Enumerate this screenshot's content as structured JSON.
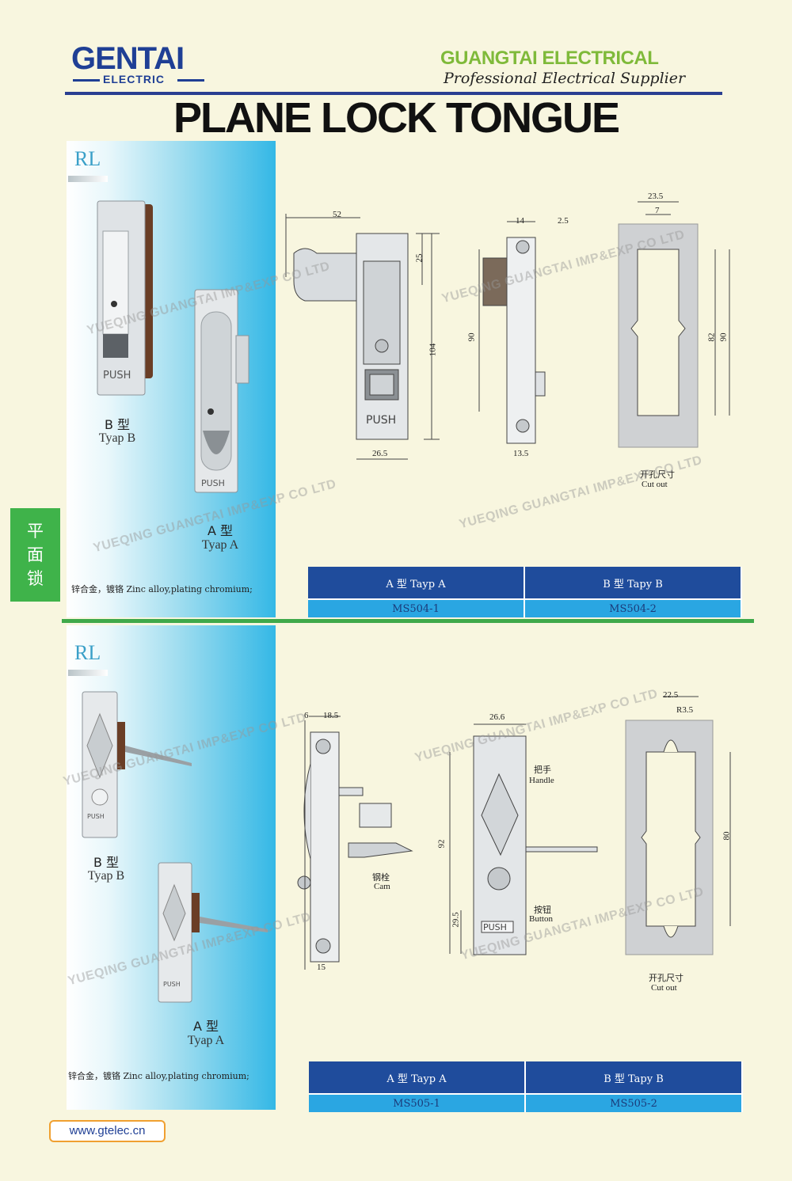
{
  "header": {
    "logo_main": "GENTAI",
    "logo_sub": "ELECTRIC",
    "company": "GUANGTAI ELECTRICAL",
    "slogan": "Professional Electrical Supplier",
    "title": "PLANE LOCK TONGUE"
  },
  "side_tab": [
    "平",
    "面",
    "锁"
  ],
  "watermark": "YUEQING GUANGTAI IMP&EXP CO LTD",
  "sections": [
    {
      "badge": "RL",
      "type_b_cn": "B 型",
      "type_b_en": "Tyap B",
      "type_a_cn": "A 型",
      "type_a_en": "Tyap A",
      "material": "锌合金，镀铬 Zinc alloy,plating chromium;",
      "table": {
        "col_a": "A 型   Tayp A",
        "col_b": "B 型   Tapy B",
        "model_a": "MS504-1",
        "model_b": "MS504-2"
      },
      "dims": {
        "d52": "52",
        "d25": "25",
        "d104": "104",
        "d265": "26.5",
        "d14": "14",
        "d25b": "2.5",
        "d90": "90",
        "d135": "13.5",
        "d235": "23.5",
        "d7": "7",
        "d82": "82",
        "d90b": "90"
      },
      "push": "PUSH",
      "cutout_cn": "开孔尺寸",
      "cutout_en": "Cut out"
    },
    {
      "badge": "RL",
      "type_b_cn": "B 型",
      "type_b_en": "Tyap B",
      "type_a_cn": "A 型",
      "type_a_en": "Tyap A",
      "material": "锌合金，镀铬 Zinc alloy,plating chromium;",
      "table": {
        "col_a": "A 型   Tayp A",
        "col_b": "B 型   Tapy B",
        "model_a": "MS505-1",
        "model_b": "MS505-2"
      },
      "dims": {
        "d6": "6",
        "d185": "18.5",
        "d15": "15",
        "d266": "26.6",
        "d92": "92",
        "d295": "29.5",
        "d225": "22.5",
        "dr35": "R3.5",
        "d80": "80"
      },
      "push": "PUSH",
      "handle_cn": "把手",
      "handle_en": "Handle",
      "cam_cn": "钢栓",
      "cam_en": "Cam",
      "button_cn": "按钮",
      "button_en": "Button",
      "cutout_cn": "开孔尺寸",
      "cutout_en": "Cut out"
    }
  ],
  "footer": {
    "url": "www.gtelec.cn"
  }
}
